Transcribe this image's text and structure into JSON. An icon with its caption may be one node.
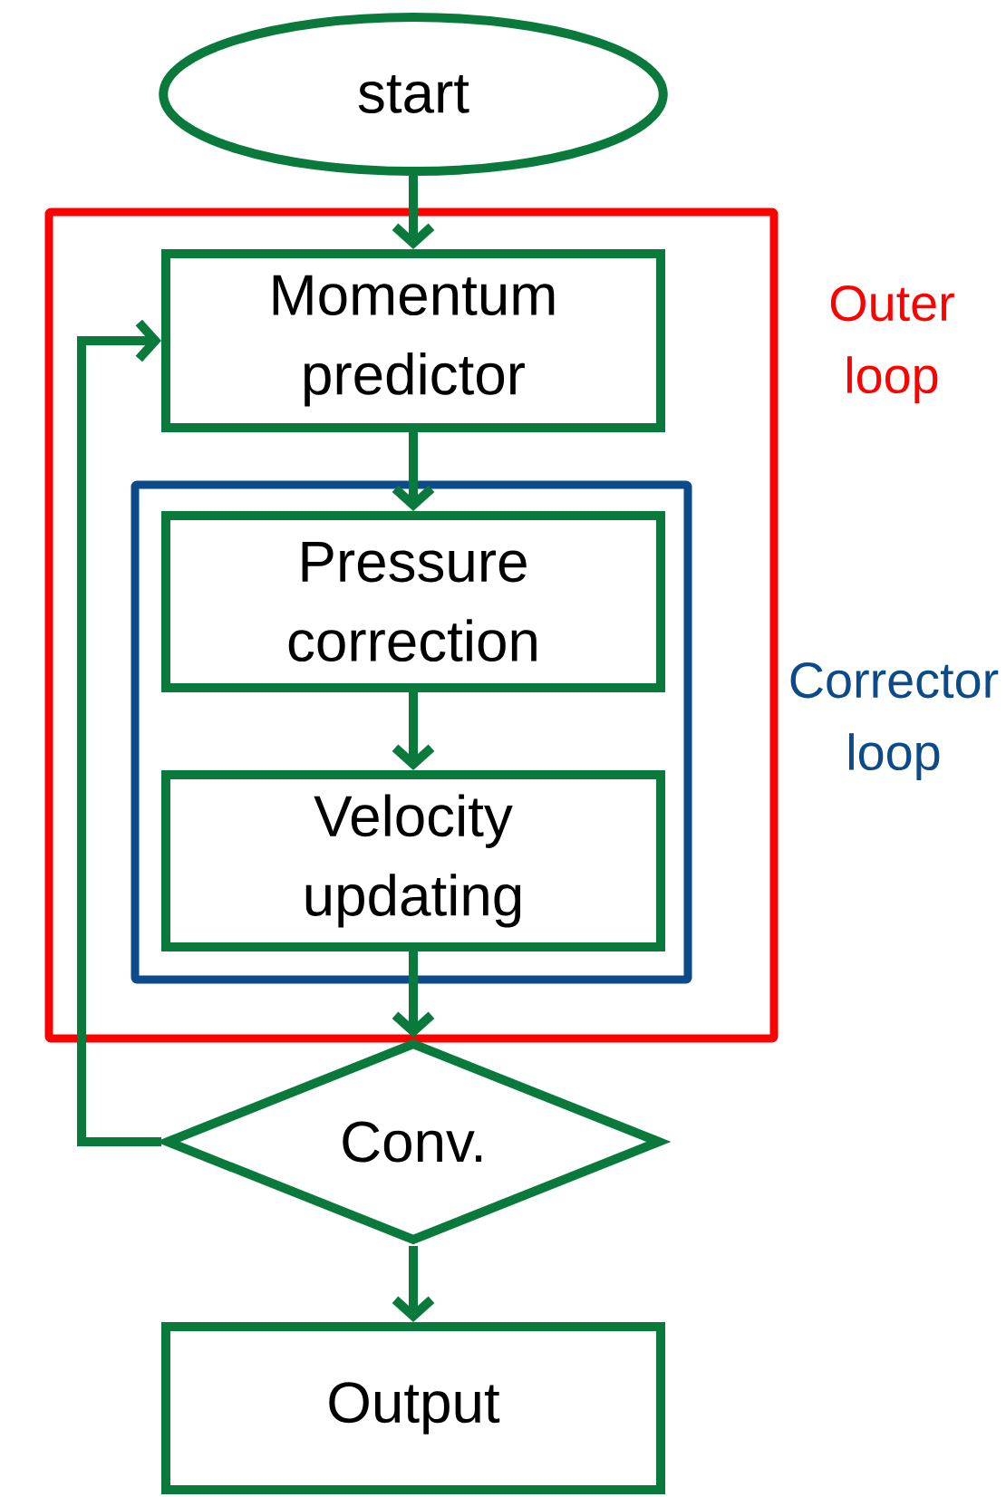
{
  "diagram": {
    "nodes": [
      {
        "text": [
          "start"
        ]
      },
      {
        "text": [
          "Outer loop"
        ]
      },
      {
        "text": [
          "Momentum predictor"
        ],
        "in": 1
      },
      {
        "text": [
          "Corrector loop"
        ],
        "in": 1
      },
      {
        "text": [
          "Pressure correction"
        ],
        "in": 3
      },
      {
        "text": [
          "Velocity updating"
        ],
        "in": 3
      },
      {
        "text": [
          "Conv."
        ]
      },
      {
        "text": [
          "Output"
        ]
      }
    ],
    "edges": [
      {
        "from": 0,
        "to": 2,
        "arrow": "to"
      },
      {
        "from": 2,
        "to": 4,
        "arrow": "to"
      },
      {
        "from": 4,
        "to": 5,
        "arrow": "to"
      },
      {
        "from": 5,
        "to": 6,
        "arrow": "to"
      },
      {
        "from": 6,
        "to": 2,
        "arrow": "to"
      },
      {
        "from": 6,
        "to": 7,
        "arrow": "to"
      }
    ]
  }
}
